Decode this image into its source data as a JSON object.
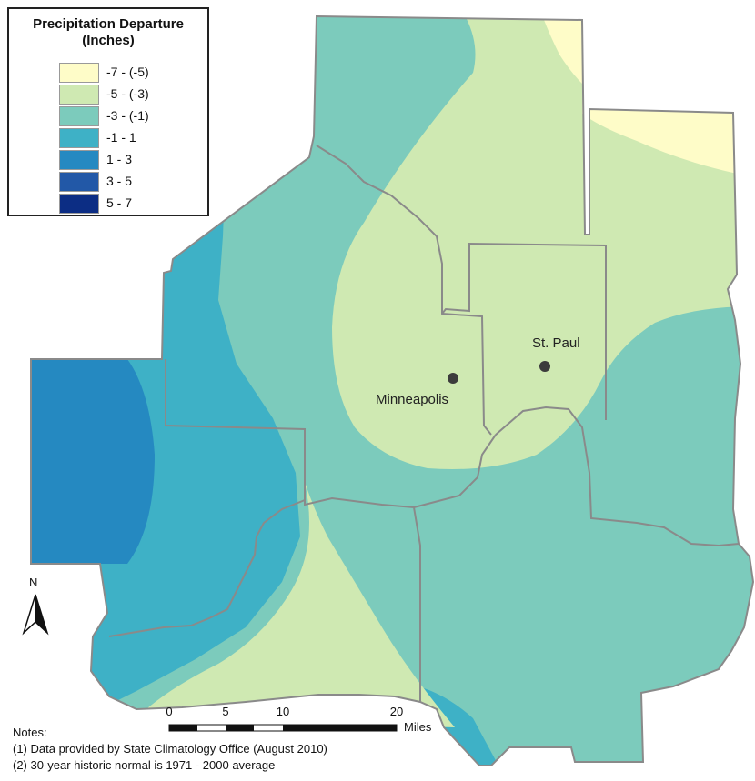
{
  "legend": {
    "title": "Precipitation Departure",
    "subtitle": "(Inches)",
    "items": [
      {
        "label": "-7 - (-5)",
        "color": "#fefcc8"
      },
      {
        "label": "-5 - (-3)",
        "color": "#cfe9b2"
      },
      {
        "label": "-3 - (-1)",
        "color": "#7ccbbc"
      },
      {
        "label": "-1 - 1",
        "color": "#3eb1c6"
      },
      {
        "label": "1 - 3",
        "color": "#2589c1"
      },
      {
        "label": "3 - 5",
        "color": "#2258a7"
      },
      {
        "label": "5 - 7",
        "color": "#0c2d84"
      }
    ]
  },
  "cities": {
    "minneapolis": "Minneapolis",
    "st_paul": "St. Paul"
  },
  "north_arrow": {
    "letter": "N",
    "icon": "north-arrow-icon"
  },
  "scale_bar": {
    "labels": [
      "0",
      "5",
      "10",
      "20"
    ],
    "unit": "Miles"
  },
  "notes": {
    "heading": "Notes:",
    "line1": "(1) Data provided by State Climatology Office (August 2010)",
    "line2": "(2) 30-year historic normal is 1971 - 2000 average"
  }
}
